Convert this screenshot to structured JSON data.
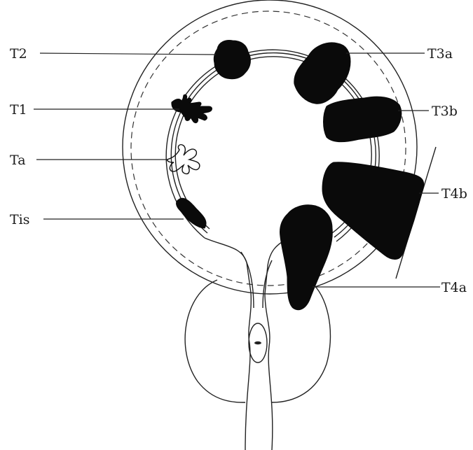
{
  "labels": {
    "t2": "T2",
    "t1": "T1",
    "ta": "Ta",
    "tis": "Tis",
    "t3a": "T3a",
    "t3b": "T3b",
    "t4b": "T4b",
    "t4a": "T4a"
  },
  "colors": {
    "tumor": "#0a0a0a",
    "line": "#222222",
    "background": "#ffffff"
  }
}
